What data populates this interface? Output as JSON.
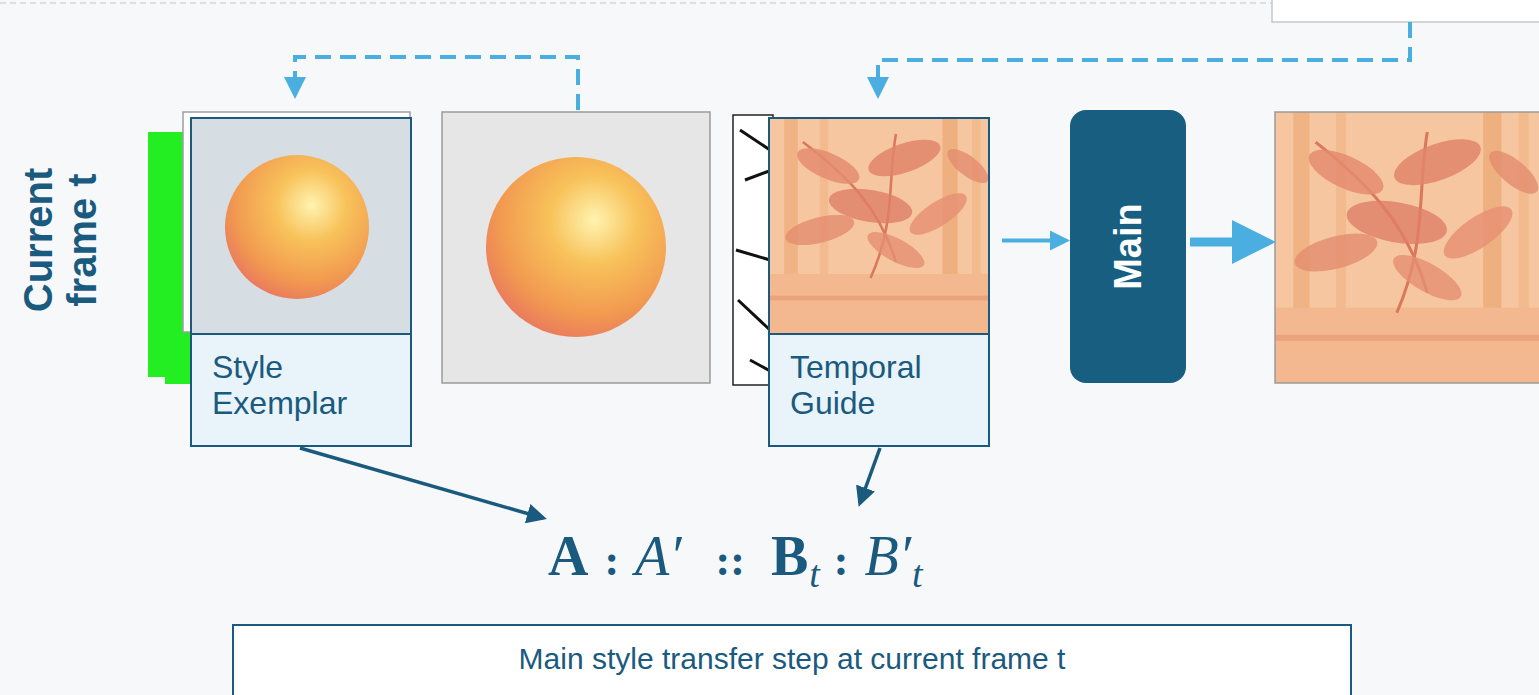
{
  "diagram": {
    "nodes": [
      {
        "text": [
          "Style Exemplar"
        ]
      },
      {
        "text": [
          "Temporal Guide"
        ]
      },
      {
        "text": [
          "Main"
        ]
      },
      {
        "text": [
          "Main style transfer step at current frame t"
        ]
      }
    ],
    "edges": [
      {
        "from": 1,
        "to": 2,
        "arrow": "to"
      }
    ],
    "labels": [
      "Current frame t",
      "A",
      ":",
      "A′",
      "::",
      "B",
      "t",
      ":",
      "B′",
      "t"
    ]
  }
}
